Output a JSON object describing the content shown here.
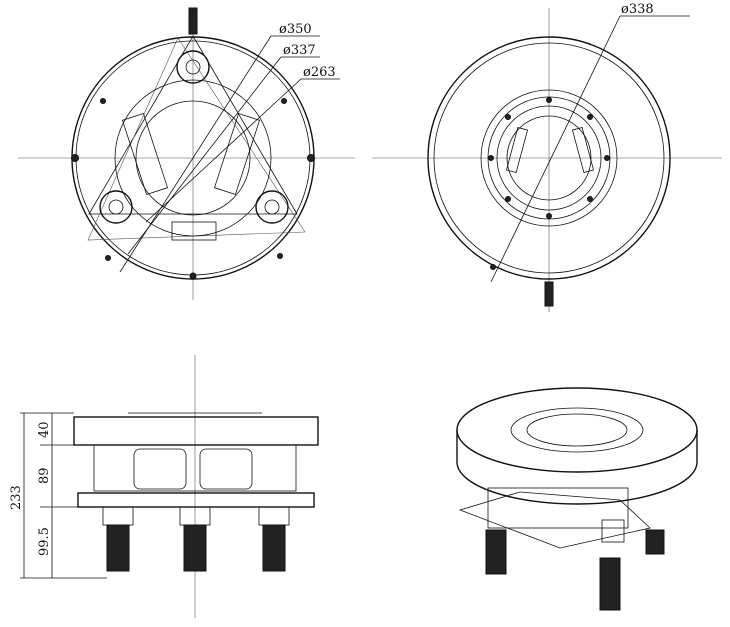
{
  "top_view": {
    "diameters": [
      "ø350",
      "ø337",
      "ø263"
    ]
  },
  "bottom_view": {
    "diameters": [
      "ø338"
    ]
  },
  "side_view": {
    "heights": {
      "total": "233",
      "top": "40",
      "middle": "89",
      "bottom": "99.5"
    }
  }
}
